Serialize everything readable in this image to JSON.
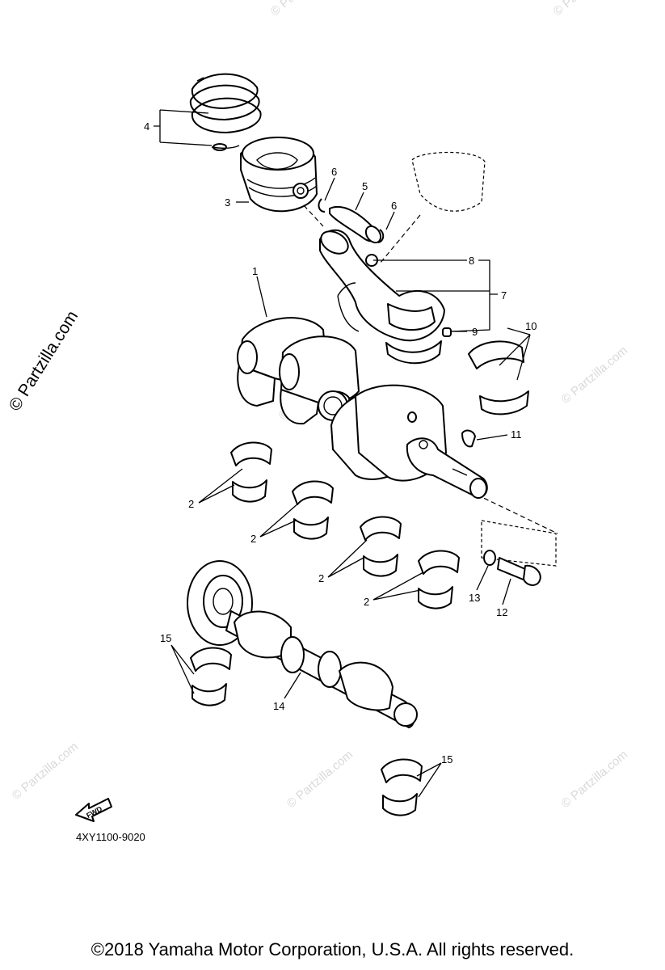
{
  "watermark": {
    "side_text": "© Partzilla.com",
    "tile_text": "© Partzilla.com"
  },
  "diagram_code": "4XY1100-9020",
  "fwd_label": "FWD",
  "callouts": {
    "c1": "1",
    "c2a": "2",
    "c2b": "2",
    "c2c": "2",
    "c2d": "2",
    "c3": "3",
    "c4": "4",
    "c5": "5",
    "c6a": "6",
    "c6b": "6",
    "c7": "7",
    "c8": "8",
    "c9": "9",
    "c10": "10",
    "c11": "11",
    "c12": "12",
    "c13": "13",
    "c14": "14",
    "c15a": "15",
    "c15b": "15"
  },
  "copyright": "©2018  Yamaha Motor Corporation, U.S.A. All rights reserved.",
  "colors": {
    "line": "#000000",
    "watermark": "#d9d9d9",
    "background": "#ffffff"
  }
}
